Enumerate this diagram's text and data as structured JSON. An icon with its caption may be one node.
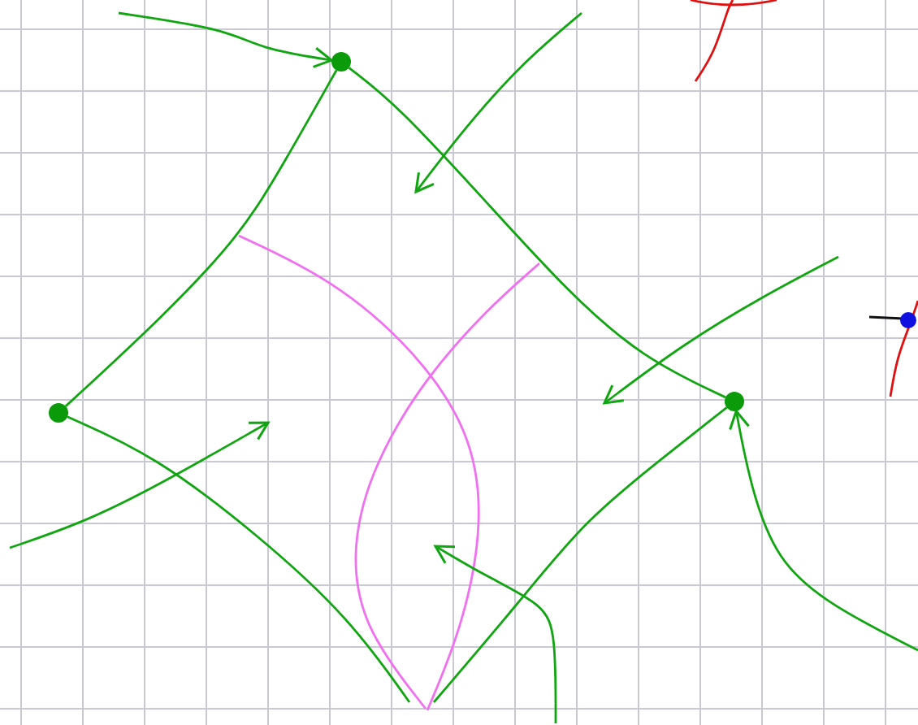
{
  "diagram": {
    "nodes": [
      {
        "text": [],
        "shape": "circle"
      },
      {
        "text": [],
        "shape": "circle"
      },
      {
        "text": [],
        "shape": "circle"
      }
    ],
    "edges": [
      {
        "from": 0,
        "to": 1,
        "arrow": "none"
      },
      {
        "from": 0,
        "to": 2,
        "arrow": "none"
      },
      {
        "from": 1,
        "to": null,
        "arrow": "none"
      },
      {
        "from": 2,
        "to": null,
        "arrow": "none"
      },
      {
        "from": null,
        "to": 0,
        "arrow": "to"
      },
      {
        "from": null,
        "to": 2,
        "arrow": "to"
      }
    ]
  }
}
